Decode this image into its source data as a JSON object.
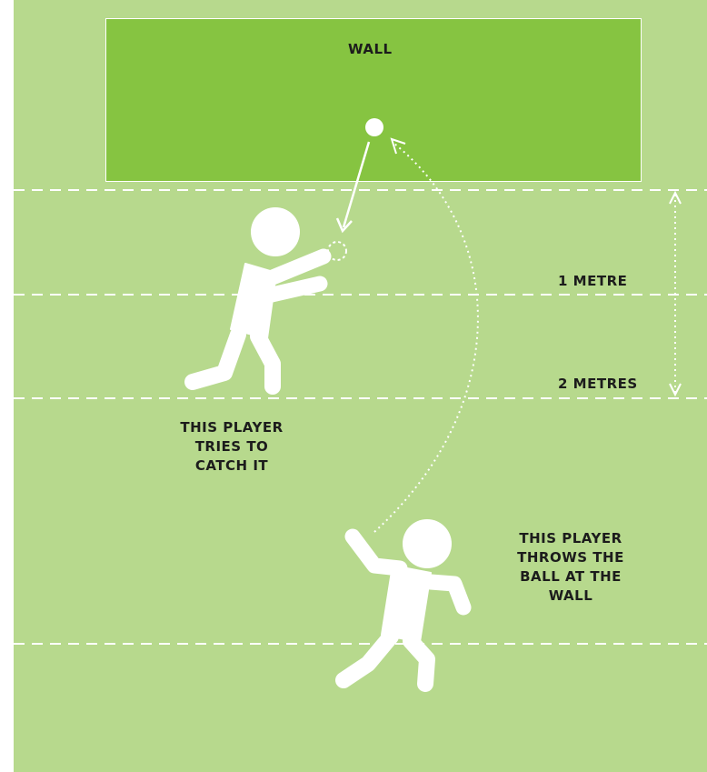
{
  "wall": {
    "label": "WALL"
  },
  "distances": {
    "one": "1 METRE",
    "two": "2 METRES"
  },
  "players": {
    "catcher": {
      "caption": "THIS PLAYER TRIES TO CATCH IT"
    },
    "thrower": {
      "caption": "THIS PLAYER THROWS THE BALL AT THE WALL"
    }
  },
  "colors": {
    "field": "#b7d98d",
    "wall": "#86c441",
    "lines": "#ffffff",
    "text": "#1c1c1c"
  }
}
